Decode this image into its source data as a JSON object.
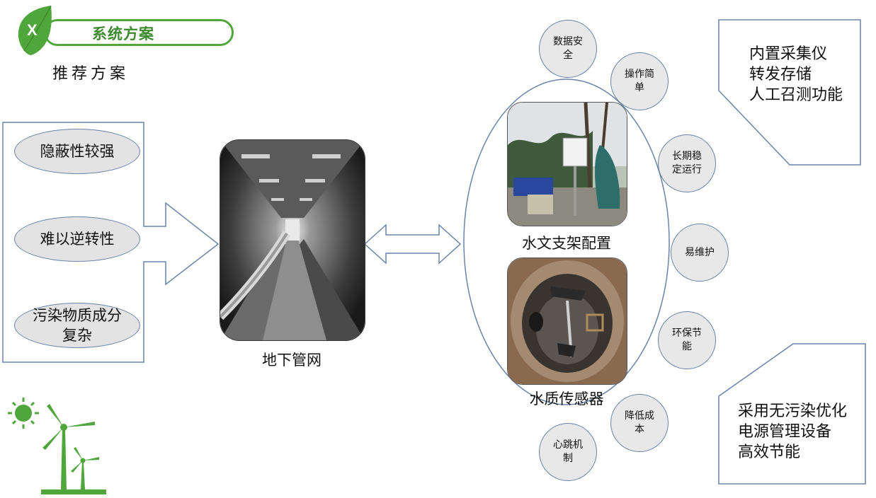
{
  "header": {
    "badge_letter": "X",
    "title": "系统方案",
    "subtitle": "推荐方案"
  },
  "left_features": [
    {
      "text": "隐蔽性较强"
    },
    {
      "text": "难以逆转性"
    },
    {
      "text": "污染物质成分复杂"
    }
  ],
  "center": {
    "caption": "地下管网"
  },
  "devices": {
    "top_caption": "水文支架配置",
    "bottom_caption": "水质传感器"
  },
  "feature_circles": [
    {
      "text": "数据安全"
    },
    {
      "text": "操作简单"
    },
    {
      "text": "长期稳定运行"
    },
    {
      "text": "易维护"
    },
    {
      "text": "环保节能"
    },
    {
      "text": "降低成本"
    },
    {
      "text": "心跳机制"
    }
  ],
  "right_boxes": {
    "top": [
      "内置采集仪",
      "转发存储",
      "人工召测功能"
    ],
    "bottom": [
      "采用无污染优化",
      "电源管理设备",
      "高效节能"
    ]
  },
  "colors": {
    "accent_green": "#4fa63a",
    "outline_blue": "#6a84a8",
    "ellipse_fill": "#e3e3e3"
  }
}
